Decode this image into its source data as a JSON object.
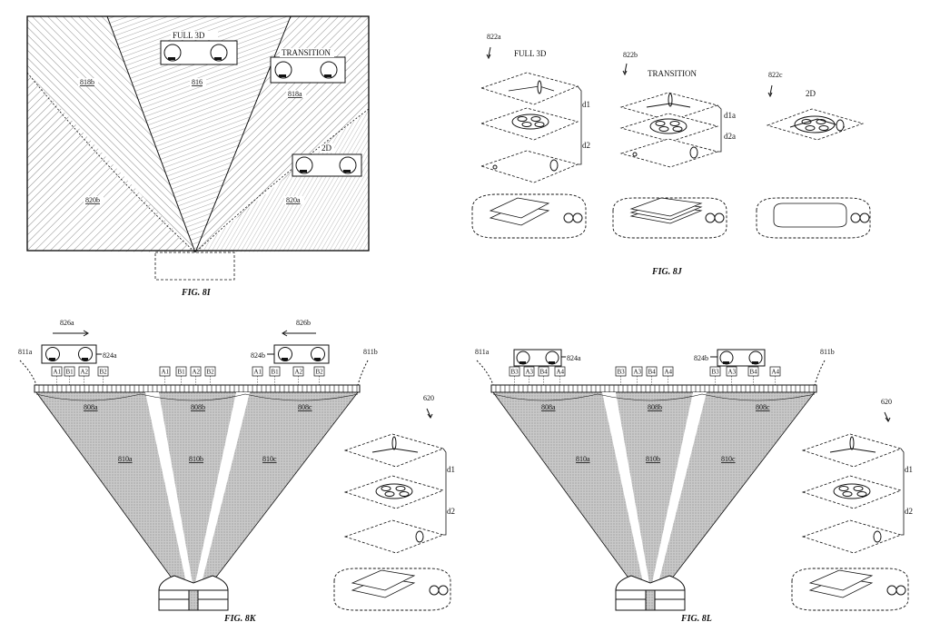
{
  "fig8i": {
    "caption": "FIG. 8I",
    "full3d_label": "FULL 3D",
    "transition_label": "TRANSITION",
    "label_2d": "2D",
    "region_818b": "818b",
    "region_816": "816",
    "region_818a": "818a",
    "region_820b": "820b",
    "region_820a": "820a"
  },
  "fig8j": {
    "caption": "FIG. 8J",
    "ref_822a": "822a",
    "ref_822b": "822b",
    "ref_822c": "822c",
    "full3d_label": "FULL 3D",
    "transition_label": "TRANSITION",
    "label_2d": "2D",
    "d1": "d1",
    "d2": "d2",
    "d1a": "d1a",
    "d2a": "d2a"
  },
  "fig8k": {
    "caption": "FIG. 8K",
    "ref_826a": "826a",
    "ref_826b": "826b",
    "ref_824a": "824a",
    "ref_824b": "824b",
    "ref_811a": "811a",
    "ref_811b": "811b",
    "ref_620": "620",
    "zone_808a": "808a",
    "zone_808b": "808b",
    "zone_808c": "808c",
    "zone_810a": "810a",
    "zone_810b": "810b",
    "zone_810c": "810c",
    "d1": "d1",
    "d2": "d2",
    "boxes": [
      "A1",
      "B1",
      "A2",
      "B2",
      "A1",
      "B1",
      "A2",
      "B2",
      "A1",
      "B1",
      "A2",
      "B2"
    ]
  },
  "fig8l": {
    "caption": "FIG. 8L",
    "ref_824a": "824a",
    "ref_824b": "824b",
    "ref_811a": "811a",
    "ref_811b": "811b",
    "ref_620": "620",
    "zone_808a": "808a",
    "zone_808b": "808b",
    "zone_808c": "808c",
    "zone_810a": "810a",
    "zone_810b": "810b",
    "zone_810c": "810c",
    "d1": "d1",
    "d2": "d2",
    "boxes": [
      "B3",
      "A3",
      "B4",
      "A4",
      "B3",
      "A3",
      "B4",
      "A4",
      "B3",
      "A3",
      "B4",
      "A4"
    ]
  }
}
